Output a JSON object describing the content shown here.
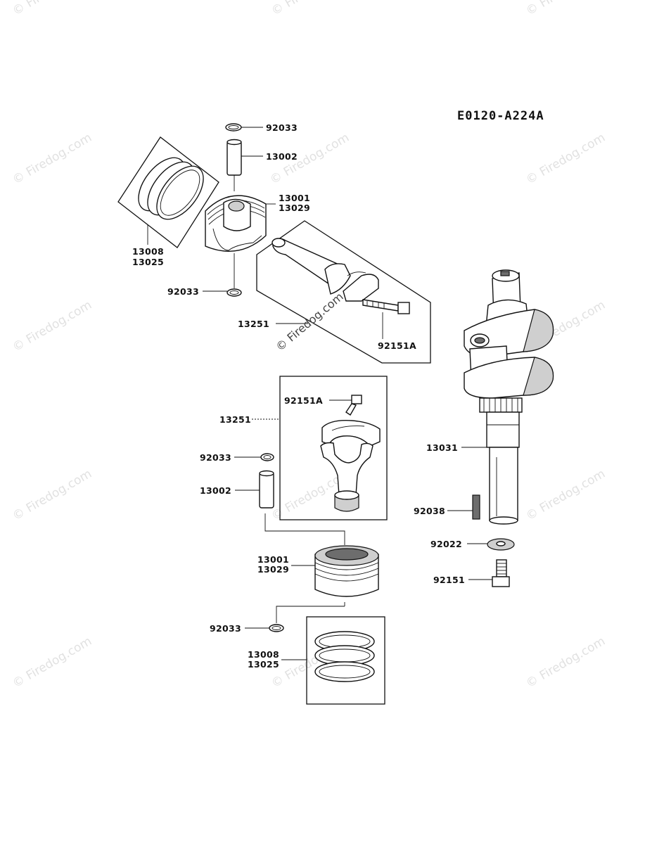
{
  "diagram": {
    "code": "E0120-A224A",
    "watermark": "© Firedog.com",
    "callouts": {
      "top_clip": "92033",
      "top_pin": "13002",
      "top_piston_a": "13001",
      "top_piston_b": "13029",
      "top_rings_a": "13008",
      "top_rings_b": "13025",
      "top_clip_lower": "92033",
      "top_rod": "13251",
      "top_bolt": "92151A",
      "lower_bolt": "92151A",
      "lower_rod": "13251",
      "lower_clip": "92033",
      "lower_pin": "13002",
      "lower_piston_a": "13001",
      "lower_piston_b": "13029",
      "lower_clip_bottom": "92033",
      "lower_rings_a": "13008",
      "lower_rings_b": "13025",
      "crankshaft": "13031",
      "key": "92038",
      "washer": "92022",
      "crank_bolt": "92151"
    }
  }
}
